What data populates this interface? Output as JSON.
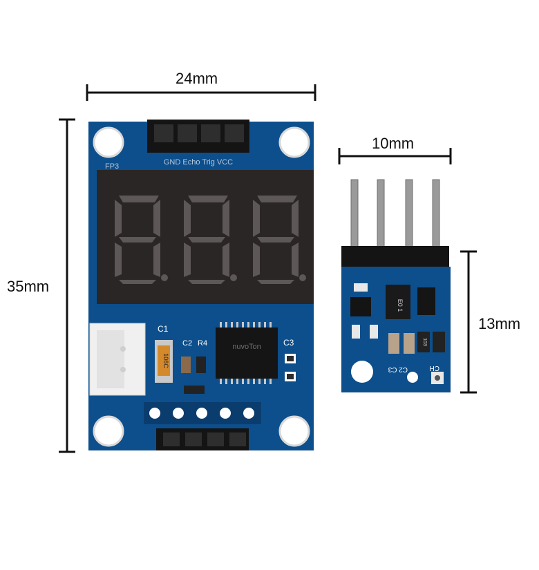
{
  "dimensions": {
    "large_width": "24mm",
    "large_height": "35mm",
    "small_width": "10mm",
    "small_height": "13mm"
  },
  "large_board": {
    "header_pins": "GND Echo Trig VCC",
    "silk_fp": "FP3",
    "cap_c1": "C1",
    "cap_c2": "C2",
    "res_r4": "R4",
    "cap_c3": "C3",
    "chip": "nuvoTon",
    "tantalum": "106C",
    "display_digits": "8.8.8."
  },
  "small_board": {
    "chip_marks": "E0 1",
    "silk_c2c3": "C2 C3",
    "silk_ch": "CH",
    "res_code": "103"
  },
  "colors": {
    "pcb": "#0d4f8c",
    "display": "#2a2626",
    "segment": "#5d5757",
    "connector": "#f0f0f0"
  }
}
